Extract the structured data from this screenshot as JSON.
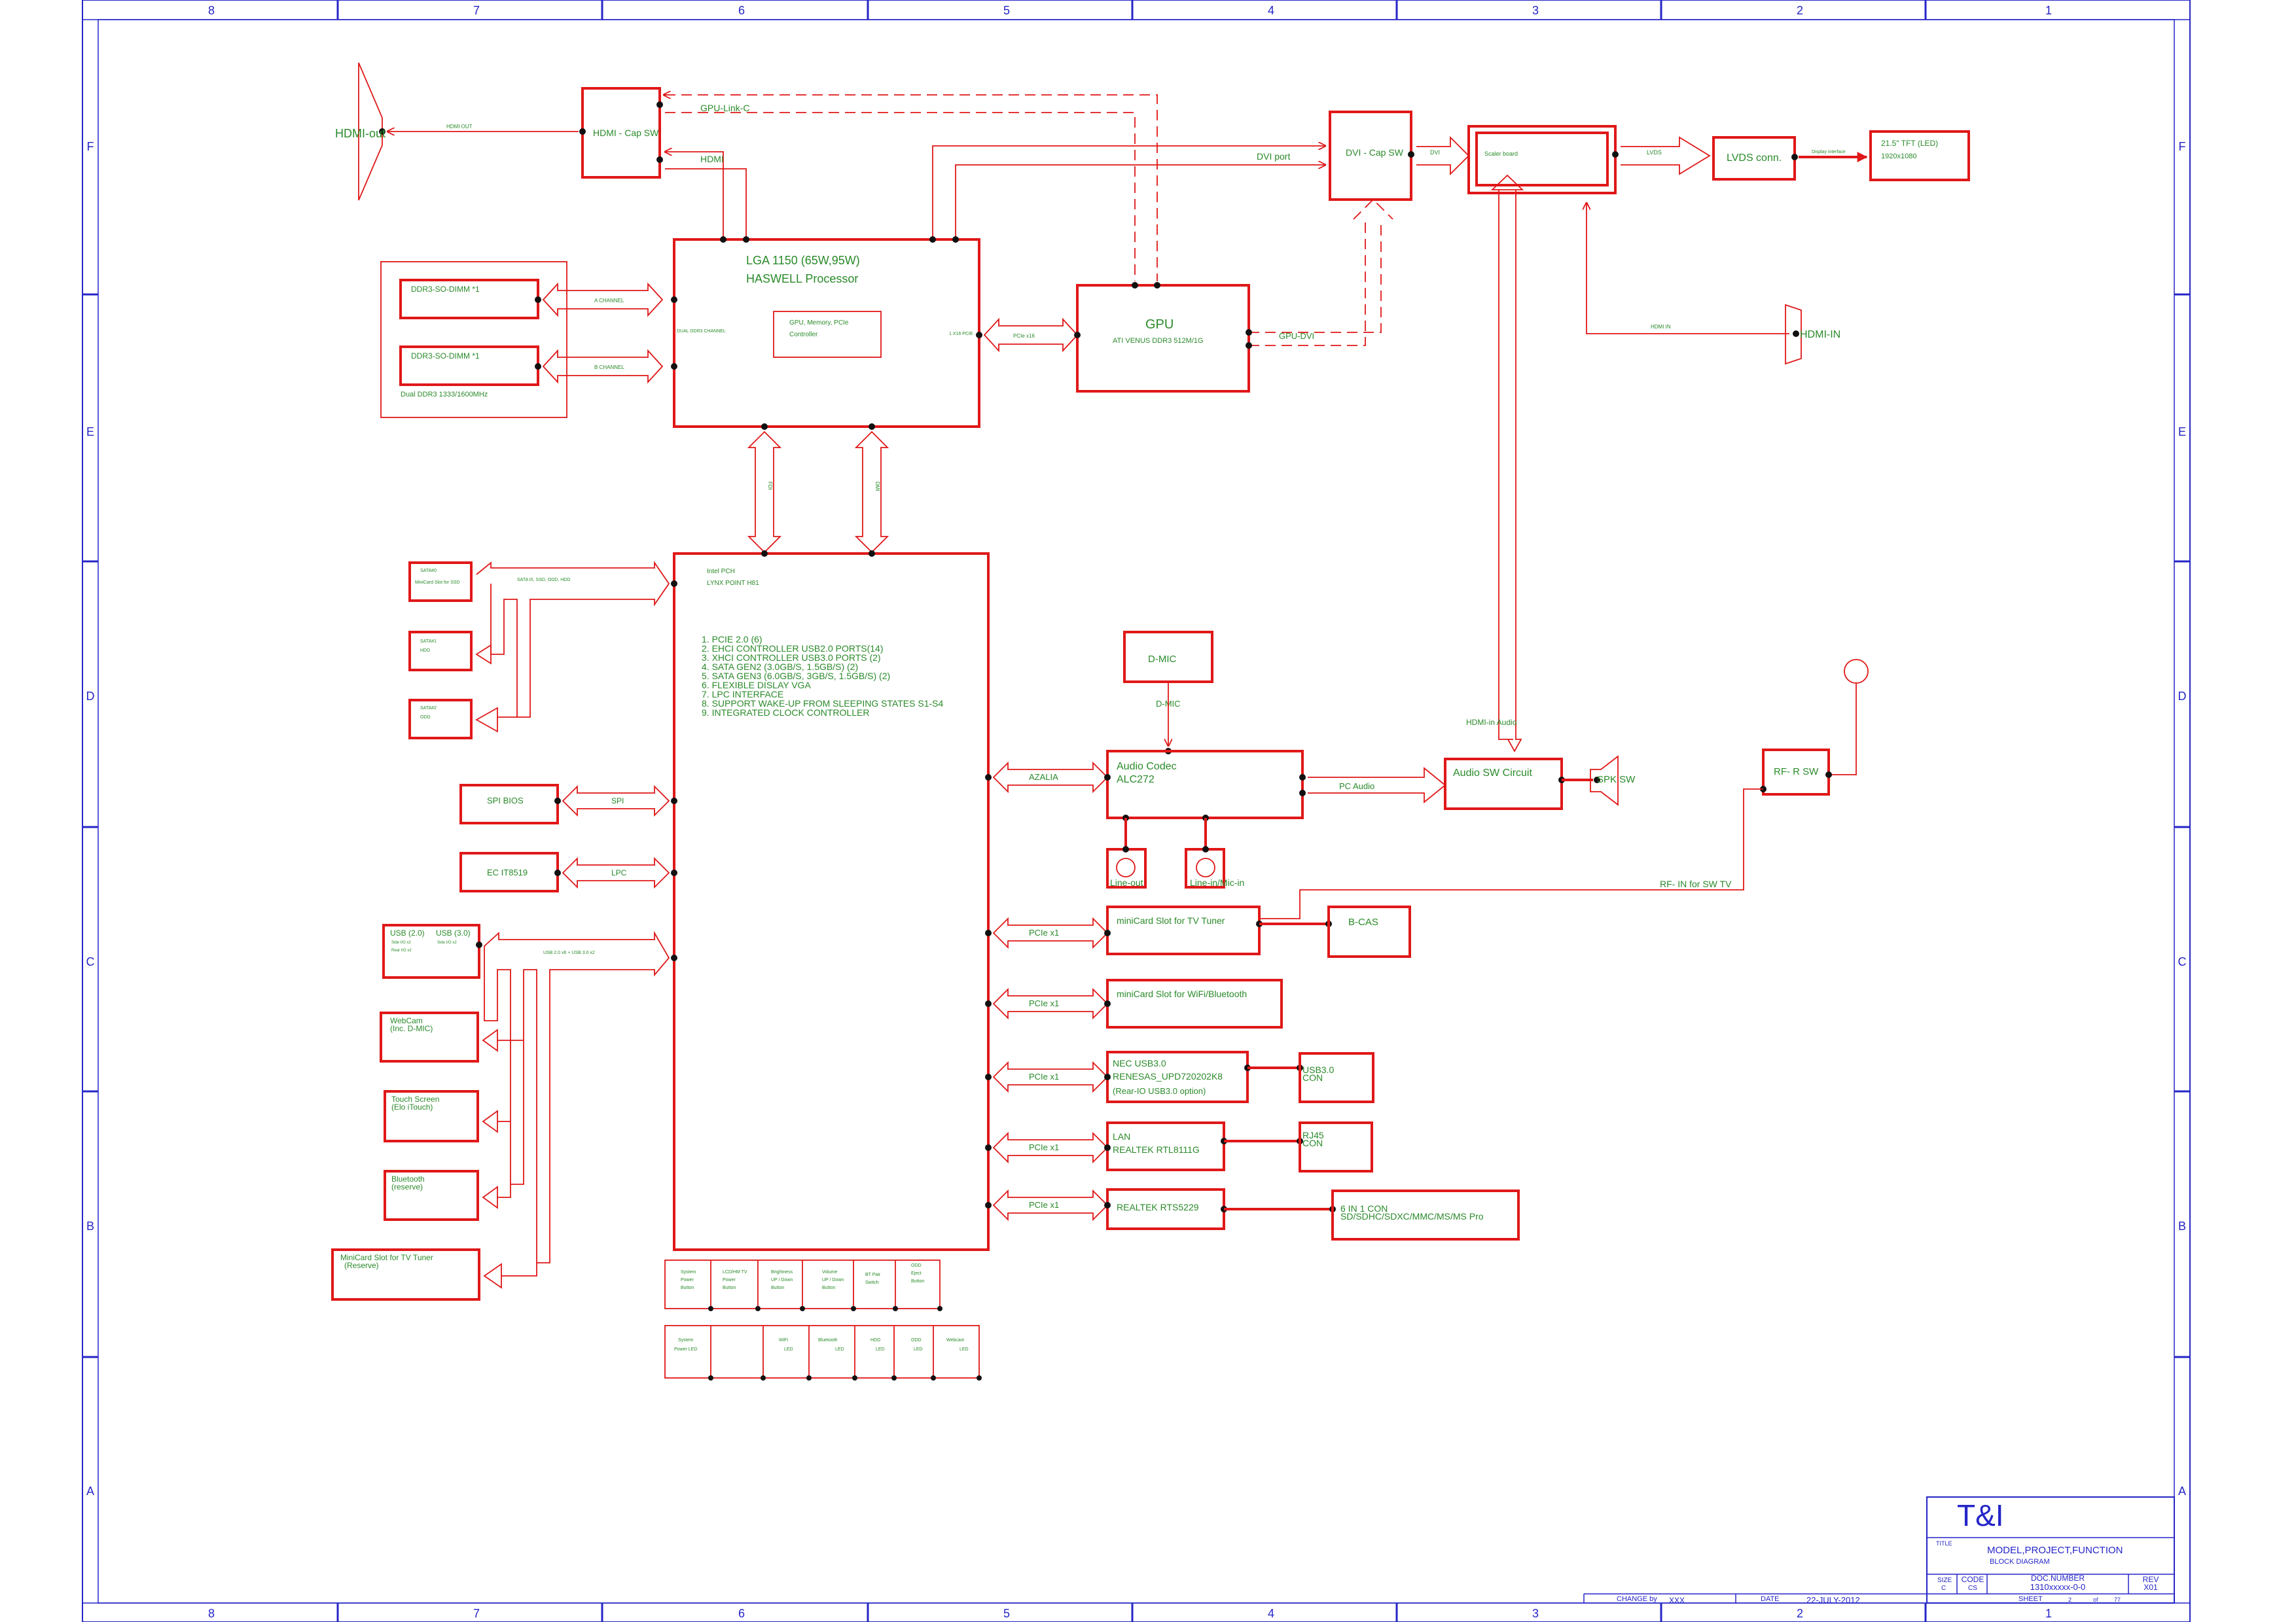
{
  "border": {
    "cols": [
      "8",
      "7",
      "6",
      "5",
      "4",
      "3",
      "2",
      "1"
    ],
    "rows": [
      "F",
      "E",
      "D",
      "C",
      "B",
      "A"
    ]
  },
  "display": {
    "hdmi_out": "HDMI-out",
    "hdmi_out_bus": "HDMI OUT",
    "hdmi_cap_sw": "HDMI - Cap SW",
    "gpu_link_c": "GPU-Link-C",
    "hdmi": "HDMI",
    "dvi_port": "DVI port",
    "dvi_cap_sw": "DVI - Cap SW",
    "dvi": "DVI",
    "scaler": "Scaler board",
    "lvds": "LVDS",
    "lvds_conn": "LVDS conn.",
    "lvds_to_panel": "Display interface",
    "panel_l1": "21.5\" TFT (LED)",
    "panel_l2": "1920x1080",
    "hdmi_in_bus": "HDMI IN",
    "hdmi_in": "HDMI-IN",
    "gpu_dvi": "GPU-DVI"
  },
  "cpu": {
    "title_l1": "LGA 1150 (65W,95W)",
    "title_l2": "HASWELL Processor",
    "inner_l1": "GPU, Memory, PCIe",
    "inner_l2": "Controller",
    "dual_channel": "DUAL DDR3 CHANNEL",
    "pcie_port": "1 X16 PCIE",
    "pcie_bus": "PCIe x16",
    "fdi": "FDI",
    "dmi": "DMI"
  },
  "memory": {
    "dimm1": "DDR3-SO-DIMM *1",
    "dimm2": "DDR3-SO-DIMM *1",
    "ch_a": "A CHANNEL",
    "ch_b": "B CHANNEL",
    "note": "Dual DDR3 1333/1600MHz"
  },
  "gpu": {
    "title": "GPU",
    "sub": "ATI VENUS DDR3 512M/1G"
  },
  "pch": {
    "title_l1": "Intel PCH",
    "title_l2": "LYNX POINT H81",
    "features": [
      "1. PCIE 2.0 (6)",
      "2. EHCI CONTROLLER USB2.0 PORTS(14)",
      "3. XHCI CONTROLLER USB3.0 PORTS (2)",
      "4. SATA GEN2 (3.0GB/S, 1.5GB/S) (2)",
      "5. SATA GEN3 (6.0GB/S, 3GB/S, 1.5GB/S) (2)",
      "6. FLEXIBLE DISLAY VGA",
      "7. LPC INTERFACE",
      "8. SUPPORT WAKE-UP FROM SLEEPING STATES S1-S4",
      "9. INTEGRATED CLOCK CONTROLLER"
    ]
  },
  "sata": {
    "m1_l1": "SATA#0",
    "m1_l2": "MiniCard Slot for SSD",
    "m2_l1": "SATA#1",
    "m2_l2": "HDD",
    "m3_l1": "SATA#2",
    "m3_l2": "ODD",
    "bus": "SATA III, SSD, ODD, HDD"
  },
  "spi": {
    "box": "SPI BIOS",
    "bus": "SPI"
  },
  "ec": {
    "box": "EC IT8519",
    "bus": "LPC"
  },
  "usb": {
    "usb2": "USB (2.0)",
    "usb3": "USB (3.0)",
    "usb2_sub1": "Side I/O x2",
    "usb2_sub2": "Rear I/O x2",
    "usb3_sub": "Side I/O x2",
    "bus": "USB 2.0 x6 + USB 3.0 x2",
    "webcam_l1": "WebCam",
    "webcam_l2": "(Inc. D-MIC)",
    "touch_l1": "Touch Screen",
    "touch_l2": "(Elo iTouch)",
    "bt_l1": "Bluetooth",
    "bt_l2": "(reserve)",
    "tuner_l1": "MiniCard Slot for TV Tuner",
    "tuner_l2": "(Reserve)"
  },
  "audio": {
    "dmic": "D-MIC",
    "dmic_bus": "D-MIC",
    "azalia": "AZALIA",
    "codec_l1": "Audio Codec",
    "codec_l2": "ALC272",
    "pc_audio": "PC Audio",
    "hdmi_in_audio": "HDMI-in Audio",
    "sw": "Audio SW Circuit",
    "spk": "SPK SW",
    "line_out": "Line-out",
    "line_in": "Line-in/Mic-in"
  },
  "rf": {
    "box": "RF- R SW",
    "bus": "RF- IN for SW TV"
  },
  "pcie": {
    "label": "PCIe x1",
    "tv_tuner": "miniCard Slot for TV Tuner",
    "bcas": "B-CAS",
    "wifi": "miniCard Slot for WiFi/Bluetooth",
    "usb3_l1": "NEC USB3.0",
    "usb3_l2": "RENESAS_UPD720202K8",
    "usb3_l3": "(Rear-IO USB3.0 option)",
    "usb3_con_l1": "USB3.0",
    "usb3_con_l2": "CON",
    "lan_l1": "LAN",
    "lan_l2": "REALTEK RTL8111G",
    "rj45_l1": "RJ45",
    "rj45_l2": "CON",
    "card_reader": "REALTEK RTS5229",
    "card_con_l1": "6 IN 1 CON",
    "card_con_l2": "SD/SDHC/SDXC/MMC/MS/MS Pro"
  },
  "buttons": [
    {
      "l1": "System",
      "l2": "Power",
      "l3": "Button"
    },
    {
      "l1": "LCD/HM TV",
      "l2": "Power",
      "l3": "Button"
    },
    {
      "l1": "Brightness",
      "l2": "UP / Down",
      "l3": "Button"
    },
    {
      "l1": "Volume",
      "l2": "UP / Down",
      "l3": "Button"
    },
    {
      "l1": "BT Pair",
      "l2": "Switch",
      "l3": ""
    },
    {
      "l1": "ODD",
      "l2": "Eject",
      "l3": "Button"
    }
  ],
  "leds": [
    {
      "l1": "System",
      "l2": "Power LED"
    },
    {
      "l1": "",
      "l2": ""
    },
    {
      "l1": "WiFi",
      "l2": "LED"
    },
    {
      "l1": "Bluetooth",
      "l2": "LED"
    },
    {
      "l1": "HDD",
      "l2": "LED"
    },
    {
      "l1": "ODD",
      "l2": "LED"
    },
    {
      "l1": "Webcam",
      "l2": "LED"
    }
  ],
  "title_block": {
    "logo": "T&I",
    "title_label": "TITLE",
    "title_l1": "MODEL,PROJECT,FUNCTION",
    "title_l2": "BLOCK  DIAGRAM",
    "size_label": "SIZE",
    "size": "C",
    "code_label": "CODE",
    "code": "CS",
    "doc_label": "DOC.NUMBER",
    "doc": "1310xxxxx-0-0",
    "rev_label": "REV",
    "rev": "X01",
    "change_label": "CHANGE by",
    "change": "XXX",
    "date_label": "DATE",
    "date": "22-JULY-2012",
    "sheet_label": "SHEET",
    "sheet": "2",
    "of_label": "of",
    "of": "77"
  }
}
